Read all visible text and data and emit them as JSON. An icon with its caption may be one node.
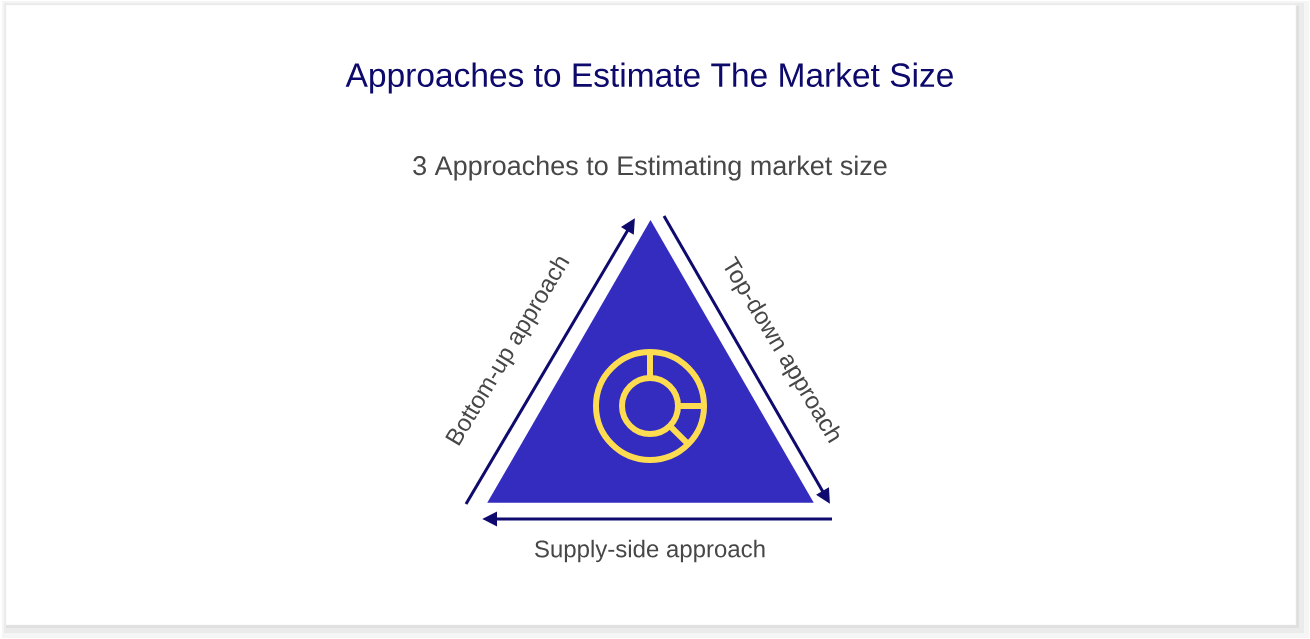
{
  "diagram": {
    "title": "Approaches to Estimate The Market Size",
    "nodes": [
      {
        "text": [],
        "shape": "triangle"
      }
    ],
    "labels": [
      "3 Approaches to Estimating market size",
      "Bottom-up approach",
      "Top-down approach",
      "Supply-side approach"
    ]
  }
}
